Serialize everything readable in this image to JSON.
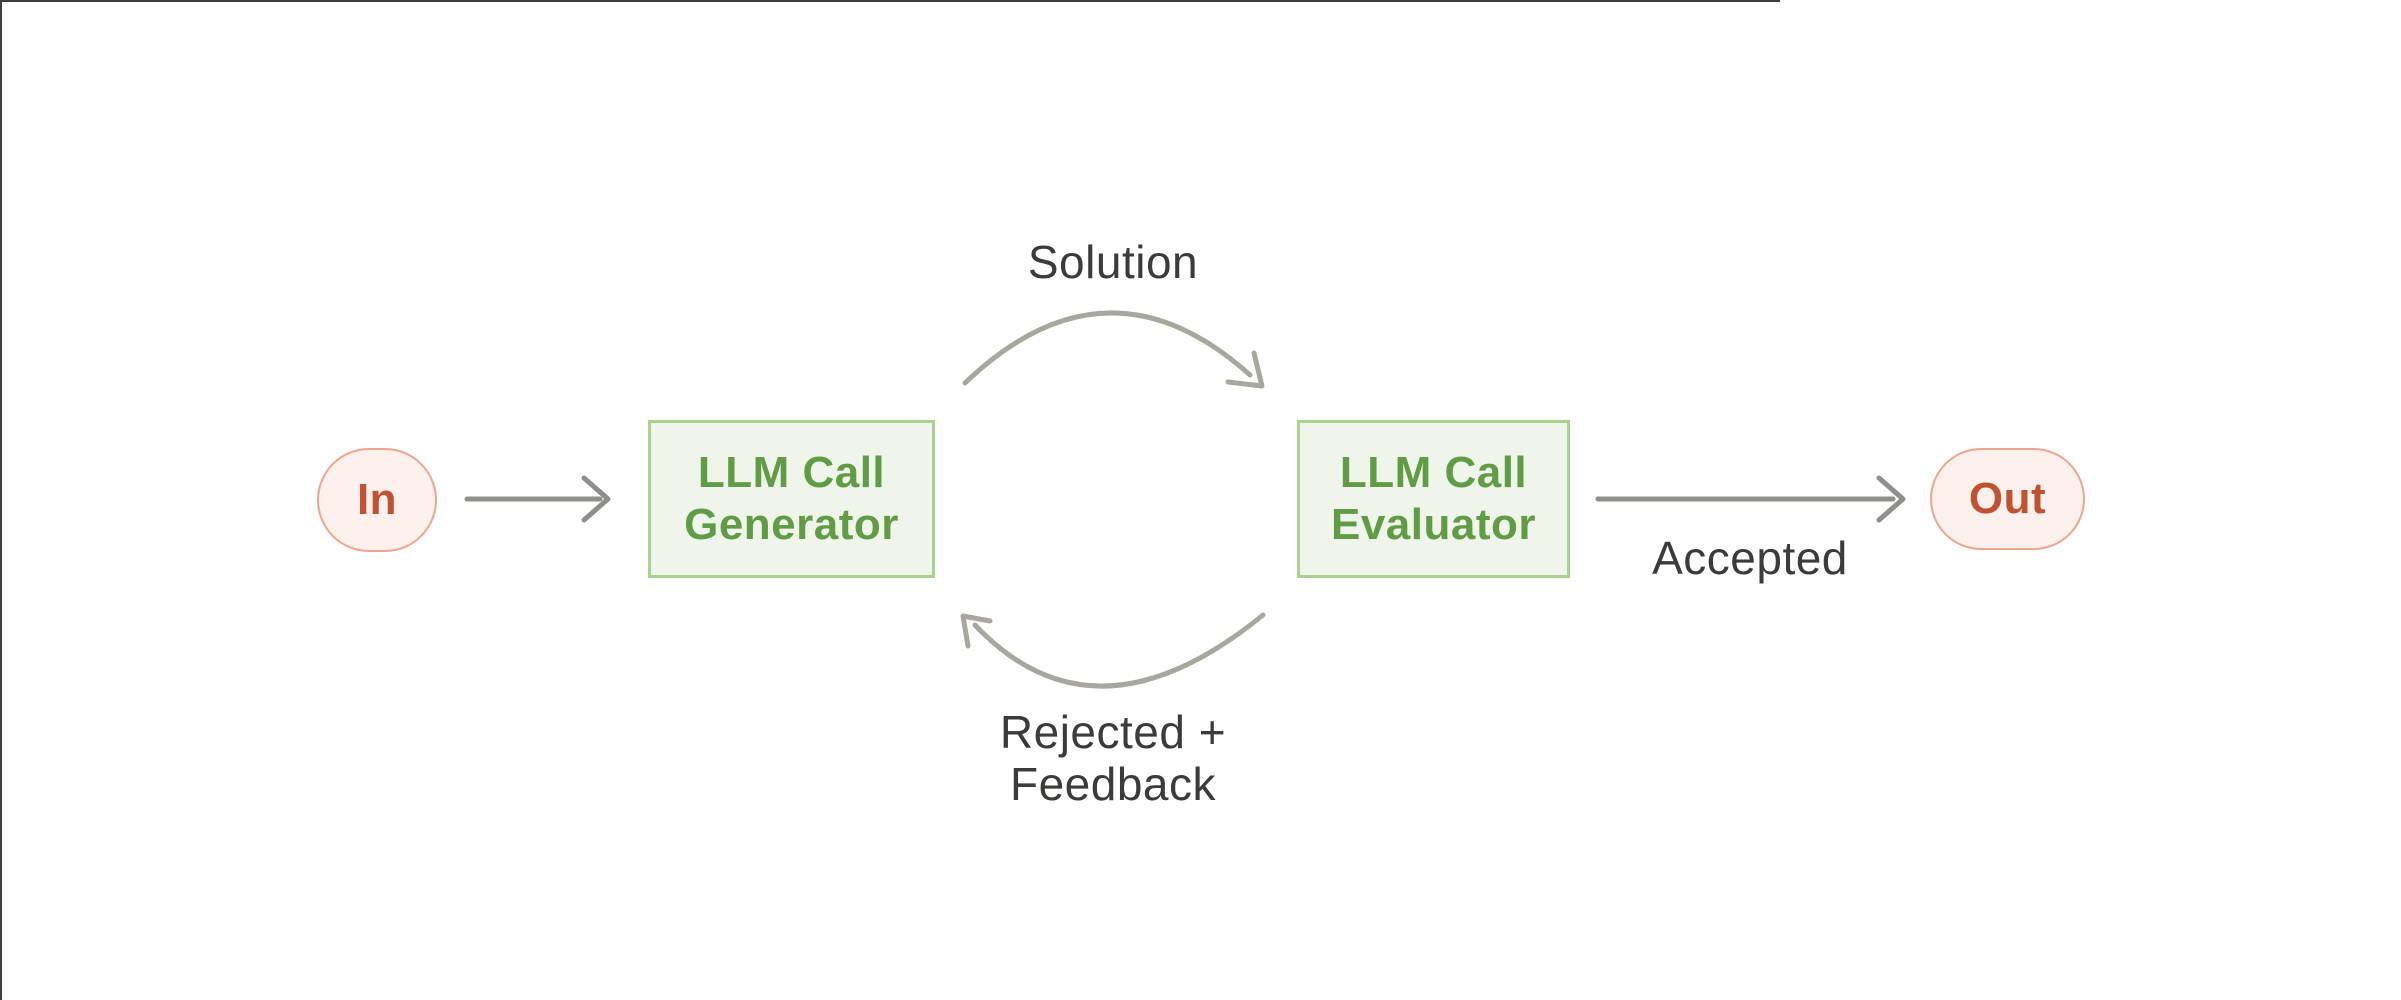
{
  "colors": {
    "background": "#ffffff",
    "frame_border": "#3f3f3f",
    "node_green_fill": "#eff5ea",
    "node_green_border": "#abd18f",
    "node_green_text": "#5f9c44",
    "terminal_fill": "#fdf1ee",
    "terminal_border": "#f0a58e",
    "terminal_text": "#c05231",
    "edge_label_text": "#3b3b39",
    "arrow_straight": "#8f8f8d",
    "arrow_curved": "#a8a79d"
  },
  "diagram": {
    "nodes": {
      "input": {
        "label": "In"
      },
      "generator": {
        "label": "LLM Call\nGenerator"
      },
      "evaluator": {
        "label": "LLM Call\nEvaluator"
      },
      "output": {
        "label": "Out"
      }
    },
    "edges": {
      "generator_to_evaluator": {
        "label": "Solution"
      },
      "evaluator_to_generator": {
        "label": "Rejected +\nFeedback"
      },
      "evaluator_to_output": {
        "label": "Accepted"
      }
    }
  }
}
